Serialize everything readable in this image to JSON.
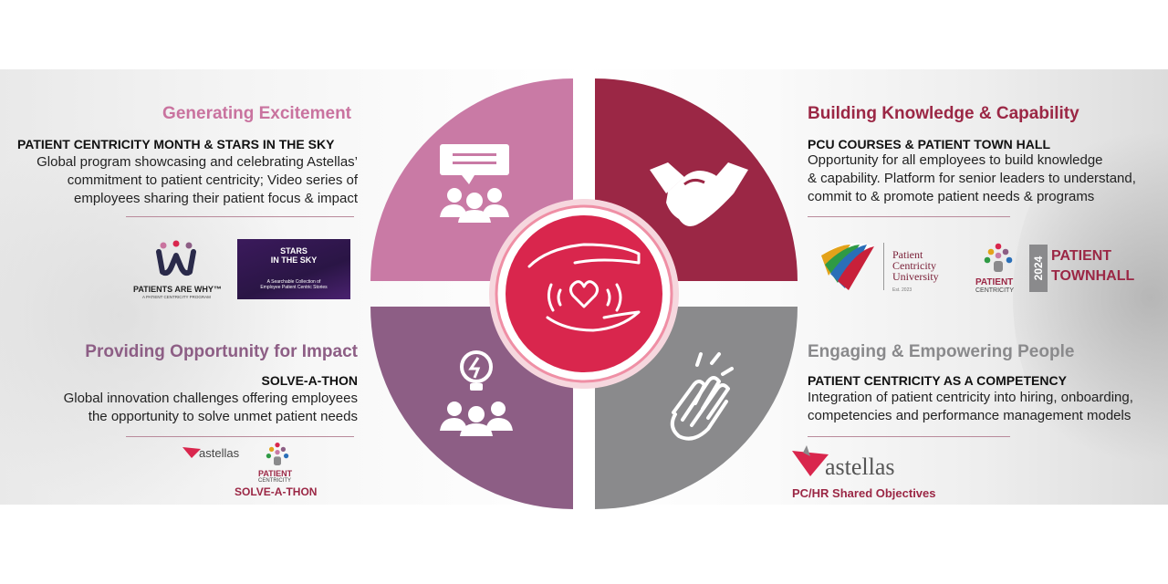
{
  "colors": {
    "q1": "#c97aa5",
    "q2": "#9b2745",
    "q3": "#8d5e85",
    "q4": "#8a8a8c",
    "center": "#d9264d",
    "title_pink": "#c9739f",
    "title_crimson": "#9b2745",
    "title_plum": "#8d5e85",
    "title_gray": "#8a8a8c"
  },
  "top_left": {
    "title": "Generating Excitement",
    "subtitle": "PATIENT CENTRICITY MONTH & STARS IN THE SKY",
    "lines": [
      "Global program showcasing and celebrating Astellas’",
      "commitment to patient centricity; Video series of",
      "employees sharing their patient focus & impact"
    ],
    "logo_patients": {
      "name": "PATIENTS ARE WHY™",
      "tag": "A PATIENT CENTRICITY PROGRAM"
    },
    "logo_stars": {
      "line1": "STARS",
      "line2": "IN THE SKY",
      "sub1": "A Searchable Collection of",
      "sub2": "Employee Patient Centric Stories"
    }
  },
  "top_right": {
    "title": "Building Knowledge & Capability",
    "subtitle": "PCU COURSES & PATIENT TOWN HALL",
    "lines": [
      "Opportunity for all employees to build knowledge",
      "& capability. Platform for senior leaders to understand,",
      "commit to & promote patient needs & programs"
    ],
    "logo_pcu": {
      "line1": "Patient",
      "line2": "Centricity",
      "line3": "University",
      "est": "Est. 2023"
    },
    "logo_townhall": {
      "pc1": "PATIENT",
      "pc2": "CENTRICITY",
      "year": "2024",
      "t1": "PATIENT",
      "t2": "TOWNHALL"
    }
  },
  "bottom_left": {
    "title": "Providing Opportunity for Impact",
    "subtitle": "SOLVE-A-THON",
    "lines": [
      "Global innovation challenges offering employees",
      "the opportunity to solve unmet patient needs"
    ],
    "logo_astellas": "astellas",
    "logo_pc1": "PATIENT",
    "logo_pc2": "CENTRICITY",
    "caption": "SOLVE-A-THON"
  },
  "bottom_right": {
    "title": "Engaging & Empowering People",
    "subtitle": "PATIENT CENTRICITY AS A COMPETENCY",
    "lines": [
      "Integration of patient centricity into hiring, onboarding,",
      "competencies and performance management models"
    ],
    "logo_astellas": "astellas",
    "caption": "PC/HR Shared Objectives"
  }
}
